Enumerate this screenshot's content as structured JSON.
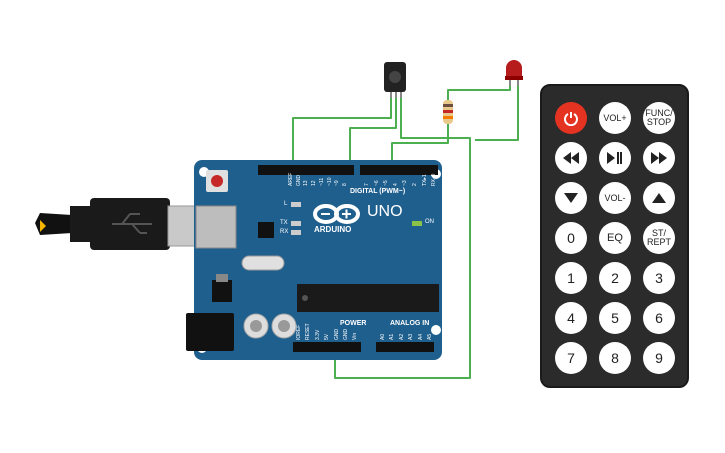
{
  "board": {
    "name": "UNO",
    "brand": "ARDUINO",
    "on_label": "ON",
    "l_label": "L",
    "tx_label": "TX",
    "rx_label": "RX",
    "digital_label": "DIGITAL (PWM~)",
    "power_label": "POWER",
    "analog_label": "ANALOG IN",
    "digital_pins": [
      "AREF",
      "GND",
      "13",
      "12",
      "~11",
      "~10",
      "~9",
      "8",
      "7",
      "~6",
      "~5",
      "4",
      "~3",
      "2",
      "TX▸1",
      "RX◂0"
    ],
    "power_pins": [
      "IOREF",
      "RESET",
      "3.3V",
      "5V",
      "GND",
      "GND",
      "Vin"
    ],
    "analog_pins": [
      "A0",
      "A1",
      "A2",
      "A3",
      "A4",
      "A5"
    ],
    "color": "#1f5f8e"
  },
  "remote": {
    "buttons": [
      {
        "id": "power",
        "label": "",
        "icon": "power-icon"
      },
      {
        "id": "vol-plus",
        "label": "VOL+"
      },
      {
        "id": "func-stop",
        "label": "FUNC/\nSTOP"
      },
      {
        "id": "prev",
        "label": "",
        "icon": "skip-back-icon"
      },
      {
        "id": "play-pause",
        "label": "",
        "icon": "play-pause-icon"
      },
      {
        "id": "next",
        "label": "",
        "icon": "skip-forward-icon"
      },
      {
        "id": "down",
        "label": "",
        "icon": "arrow-down-icon"
      },
      {
        "id": "vol-minus",
        "label": "VOL-"
      },
      {
        "id": "up",
        "label": "",
        "icon": "arrow-up-icon"
      },
      {
        "id": "btn-0",
        "label": "0"
      },
      {
        "id": "eq",
        "label": "EQ"
      },
      {
        "id": "st-rept",
        "label": "ST/\nREPT"
      },
      {
        "id": "btn-1",
        "label": "1"
      },
      {
        "id": "btn-2",
        "label": "2"
      },
      {
        "id": "btn-3",
        "label": "3"
      },
      {
        "id": "btn-4",
        "label": "4"
      },
      {
        "id": "btn-5",
        "label": "5"
      },
      {
        "id": "btn-6",
        "label": "6"
      },
      {
        "id": "btn-7",
        "label": "7"
      },
      {
        "id": "btn-8",
        "label": "8"
      },
      {
        "id": "btn-9",
        "label": "9"
      }
    ]
  },
  "colors": {
    "wire": "#4caf50",
    "led": "#b71c1c",
    "power_button": "#e53321",
    "remote_body": "#2b2b2b"
  }
}
